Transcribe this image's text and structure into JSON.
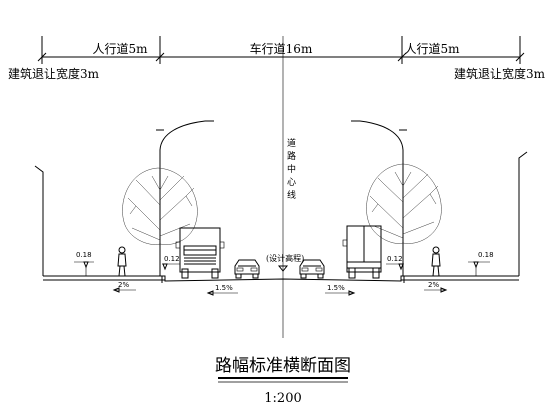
{
  "dims": {
    "left_sidewalk": "人行道5m",
    "carriageway": "车行道16m",
    "right_sidewalk": "人行道5m",
    "left_setback": "建筑退让宽度3m",
    "right_setback": "建筑退让宽度3m"
  },
  "centerline_label": "道路中心线",
  "design_elevation": "(设计高程)",
  "elevations": {
    "left_outer": "0.18",
    "left_curb": "0.12",
    "right_curb": "0.12",
    "right_outer": "0.18"
  },
  "slopes": {
    "left_sidewalk": "2%",
    "left_road": "1.5%",
    "right_road": "1.5%",
    "right_sidewalk": "2%"
  },
  "title": "路幅标准横断面图",
  "scale": "1:200"
}
